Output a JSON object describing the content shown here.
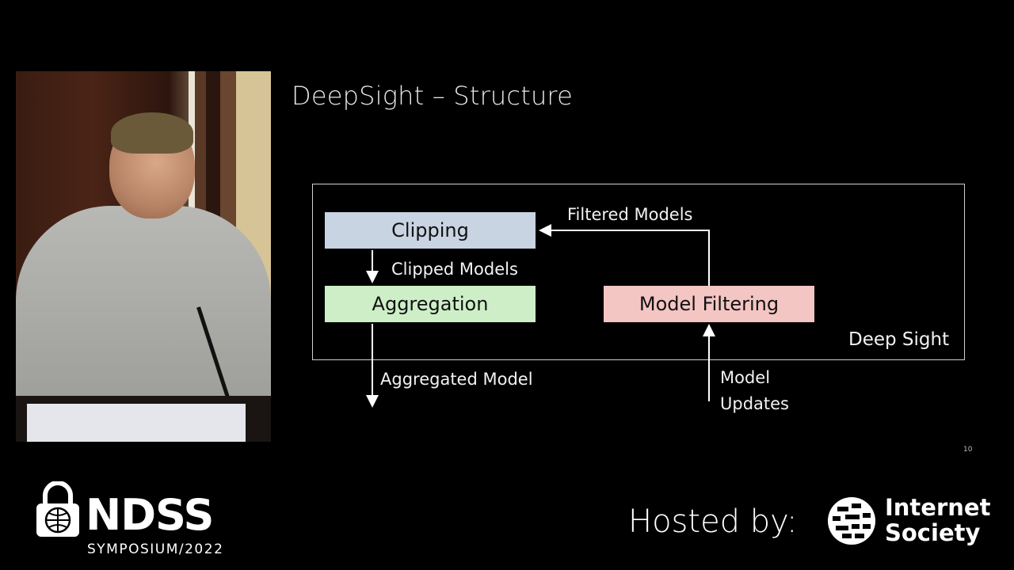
{
  "slide": {
    "title": "DeepSight – Structure",
    "page_number": "10",
    "frame_label": "Deep Sight",
    "boxes": {
      "clipping": "Clipping",
      "aggregation": "Aggregation",
      "model_filtering": "Model Filtering"
    },
    "labels": {
      "filtered_models": "Filtered Models",
      "clipped_models": "Clipped Models",
      "aggregated_model": "Aggregated Model",
      "model_updates_line1": "Model",
      "model_updates_line2": "Updates"
    },
    "colors": {
      "clipping": "#c8d4e2",
      "aggregation": "#cdeec6",
      "model_filtering": "#f3c5c3"
    }
  },
  "footer": {
    "ndss_title": "NDSS",
    "ndss_subtitle": "SYMPOSIUM/2022",
    "hosted_by": "Hosted by:",
    "isoc_line1": "Internet",
    "isoc_line2": "Society"
  }
}
